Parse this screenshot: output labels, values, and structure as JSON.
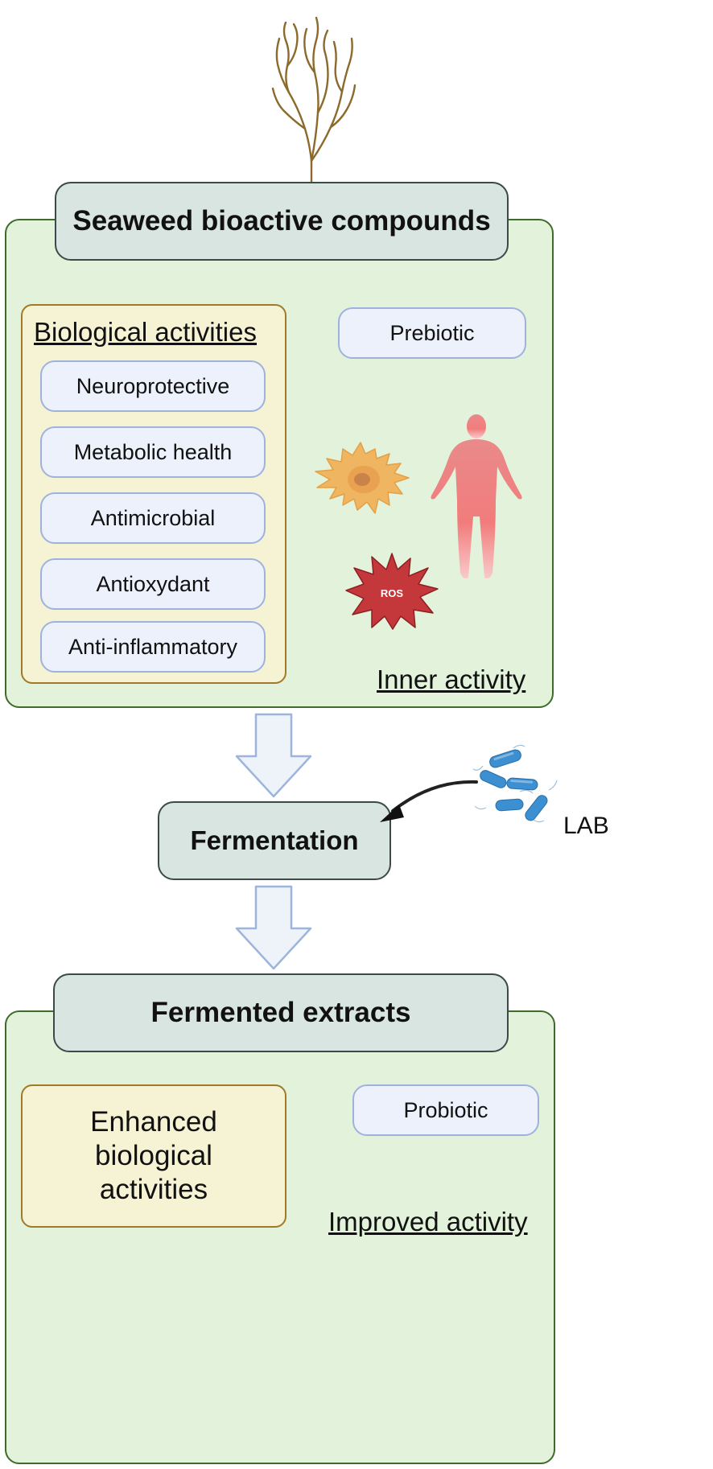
{
  "top_section": {
    "title": "Seaweed bioactive compounds",
    "biological_activities": {
      "heading": "Biological activities",
      "items": [
        "Neuroprotective",
        "Metabolic health",
        "Antimicrobial",
        "Antioxydant",
        "Anti-inflammatory"
      ]
    },
    "prebiotic_label": "Prebiotic",
    "ros_label": "ROS",
    "corner_label": "Inner activity"
  },
  "fermentation": {
    "label": "Fermentation",
    "lab_label": "LAB"
  },
  "bottom_section": {
    "title": "Fermented extracts",
    "enhanced_label": "Enhanced biological activities",
    "probiotic_label": "Probiotic",
    "corner_label": "Improved activity"
  },
  "colors": {
    "panel_fill": "#e3f2da",
    "panel_border": "#3e6b2a",
    "header_fill": "#d8e5e1",
    "pill_fill": "#edf1fb",
    "pill_border": "#9fb2de",
    "yellow_fill": "#f6f3d4",
    "ros_red": "#c4383c",
    "cell_orange": "#f0b560",
    "human_red": "#f07878",
    "bacteria_blue": "#3c8fd0",
    "arrow_fill": "#eef3fa",
    "arrow_stroke": "#9db4dc"
  },
  "icons": [
    "seaweed-icon",
    "neuron-cell-icon",
    "human-body-icon",
    "ros-burst-icon",
    "lab-bacteria-icon",
    "down-arrow-icon",
    "curved-arrow-icon"
  ]
}
